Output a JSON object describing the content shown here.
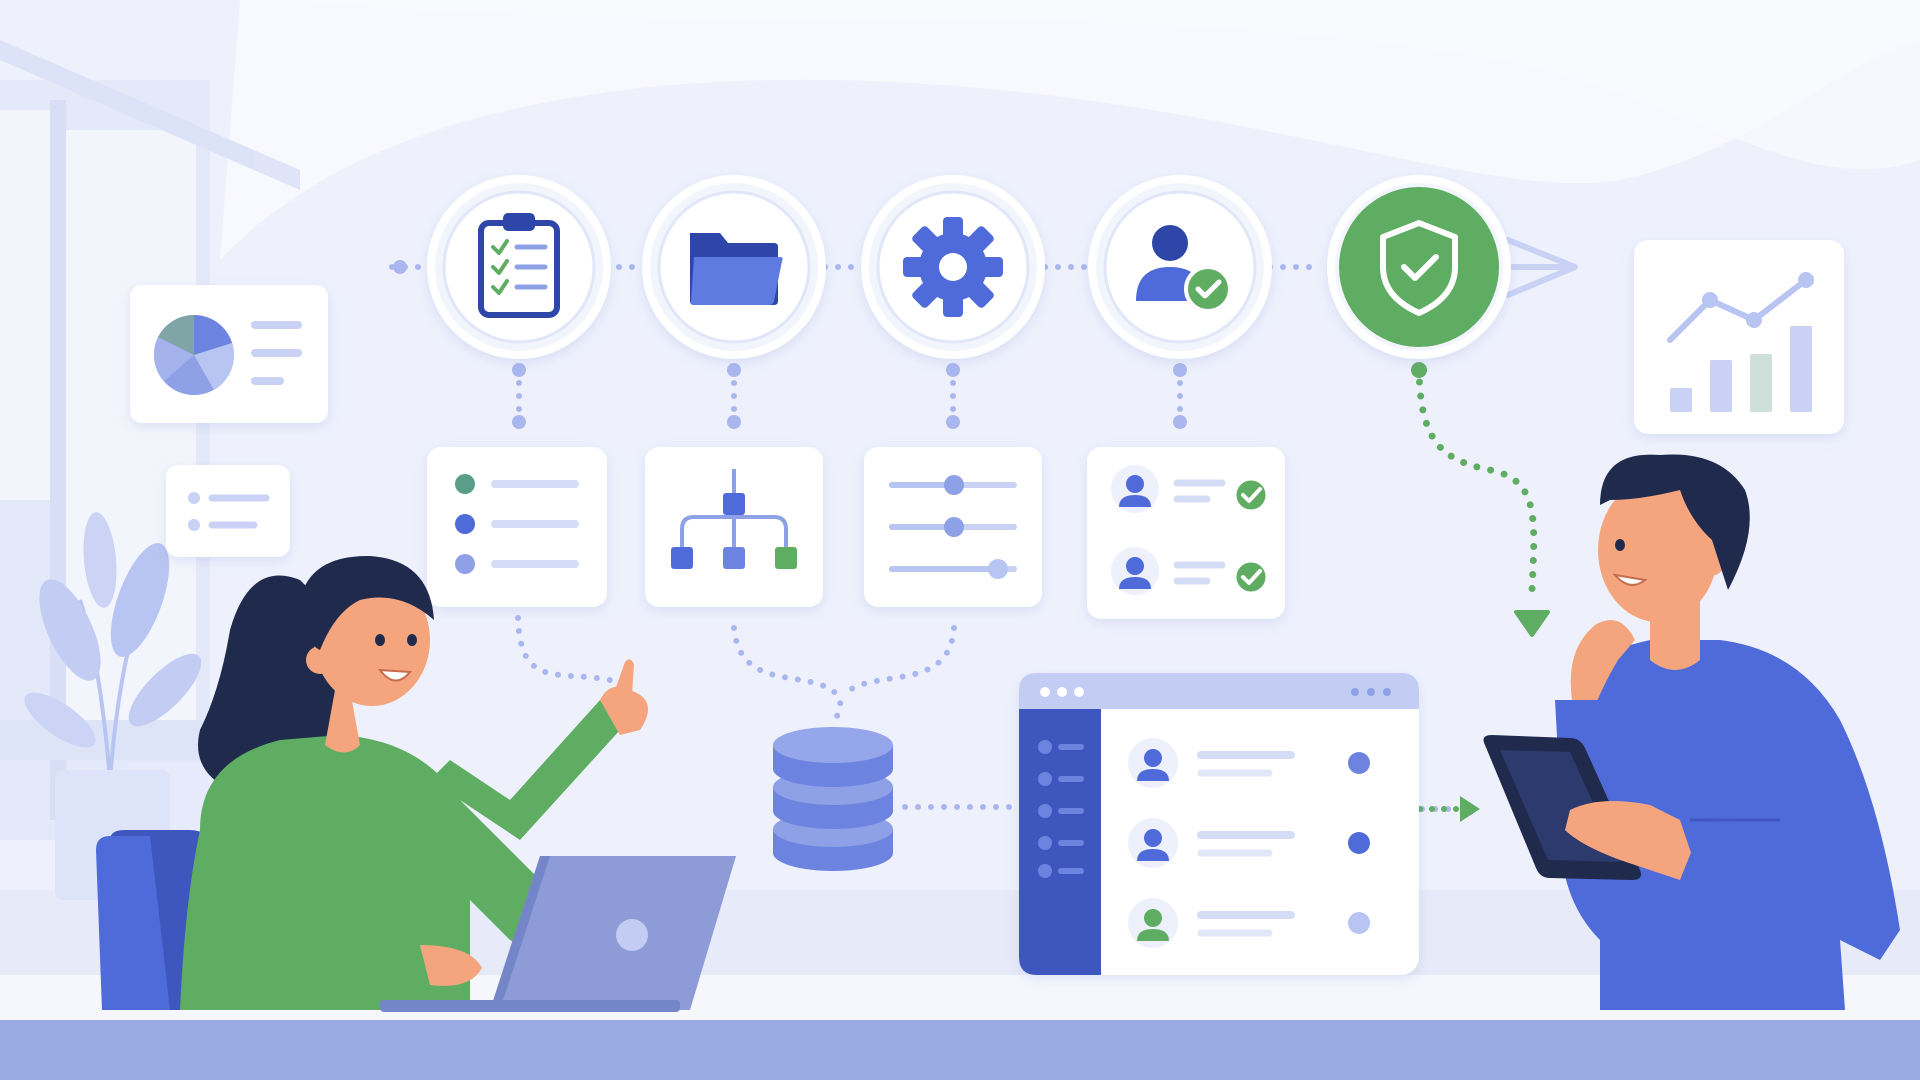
{
  "palette": {
    "background": "#eef1fc",
    "primary_blue": "#4f6ad9",
    "dark_navy": "#1f2a55",
    "green": "#5fad62",
    "light_blue": "#b8c4f2",
    "pale_blue": "#dde3f8",
    "white": "#ffffff",
    "skin": "#f4a57e",
    "hair": "#1f2a4d"
  },
  "workflow": {
    "steps": [
      {
        "id": "checklist",
        "icon": "clipboard-checklist-icon",
        "color": "#2e46a8"
      },
      {
        "id": "files",
        "icon": "folder-icon",
        "color": "#4f6ad9"
      },
      {
        "id": "settings",
        "icon": "gear-icon",
        "color": "#4f6ad9"
      },
      {
        "id": "user-approval",
        "icon": "user-check-icon",
        "color": "#4f6ad9"
      },
      {
        "id": "security",
        "icon": "shield-check-icon",
        "color": "#5fad62"
      }
    ],
    "detail_cards": [
      {
        "id": "list",
        "icon": "bullet-list-icon"
      },
      {
        "id": "hierarchy",
        "icon": "hierarchy-tree-icon"
      },
      {
        "id": "sliders",
        "icon": "sliders-icon"
      },
      {
        "id": "approved-users",
        "icon": "approved-users-icon"
      }
    ]
  },
  "side_cards": [
    {
      "id": "pie",
      "icon": "pie-chart-icon"
    },
    {
      "id": "mini-list",
      "icon": "mini-list-icon"
    },
    {
      "id": "analytics",
      "icon": "line-bar-chart-icon"
    }
  ],
  "database": {
    "icon": "database-icon"
  },
  "user_panel": {
    "icon": "user-directory-window",
    "rows": [
      {
        "avatar": "user-avatar-icon",
        "avatar_color": "#4f6ad9",
        "status_color": "#6c83e0"
      },
      {
        "avatar": "user-avatar-icon",
        "avatar_color": "#4f6ad9",
        "status_color": "#4f6ad9"
      },
      {
        "avatar": "user-avatar-icon",
        "avatar_color": "#5fad62",
        "status_color": "#b8c4f2"
      }
    ]
  },
  "people": {
    "woman": {
      "shirt_color": "#5fad62",
      "device": "laptop-icon"
    },
    "man": {
      "shirt_color": "#4f6ad9",
      "device": "tablet-icon"
    }
  }
}
